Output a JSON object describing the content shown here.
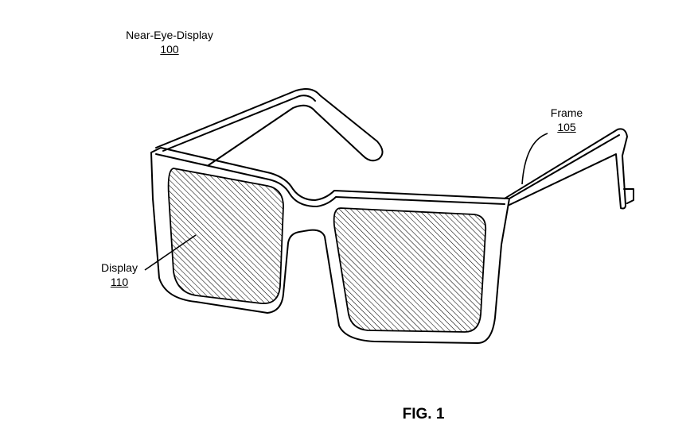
{
  "labels": {
    "near_eye_display": {
      "text": "Near-Eye-Display",
      "ref": "100"
    },
    "frame": {
      "text": "Frame",
      "ref": "105"
    },
    "display": {
      "text": "Display",
      "ref": "110"
    }
  },
  "figure_caption": "FIG. 1"
}
